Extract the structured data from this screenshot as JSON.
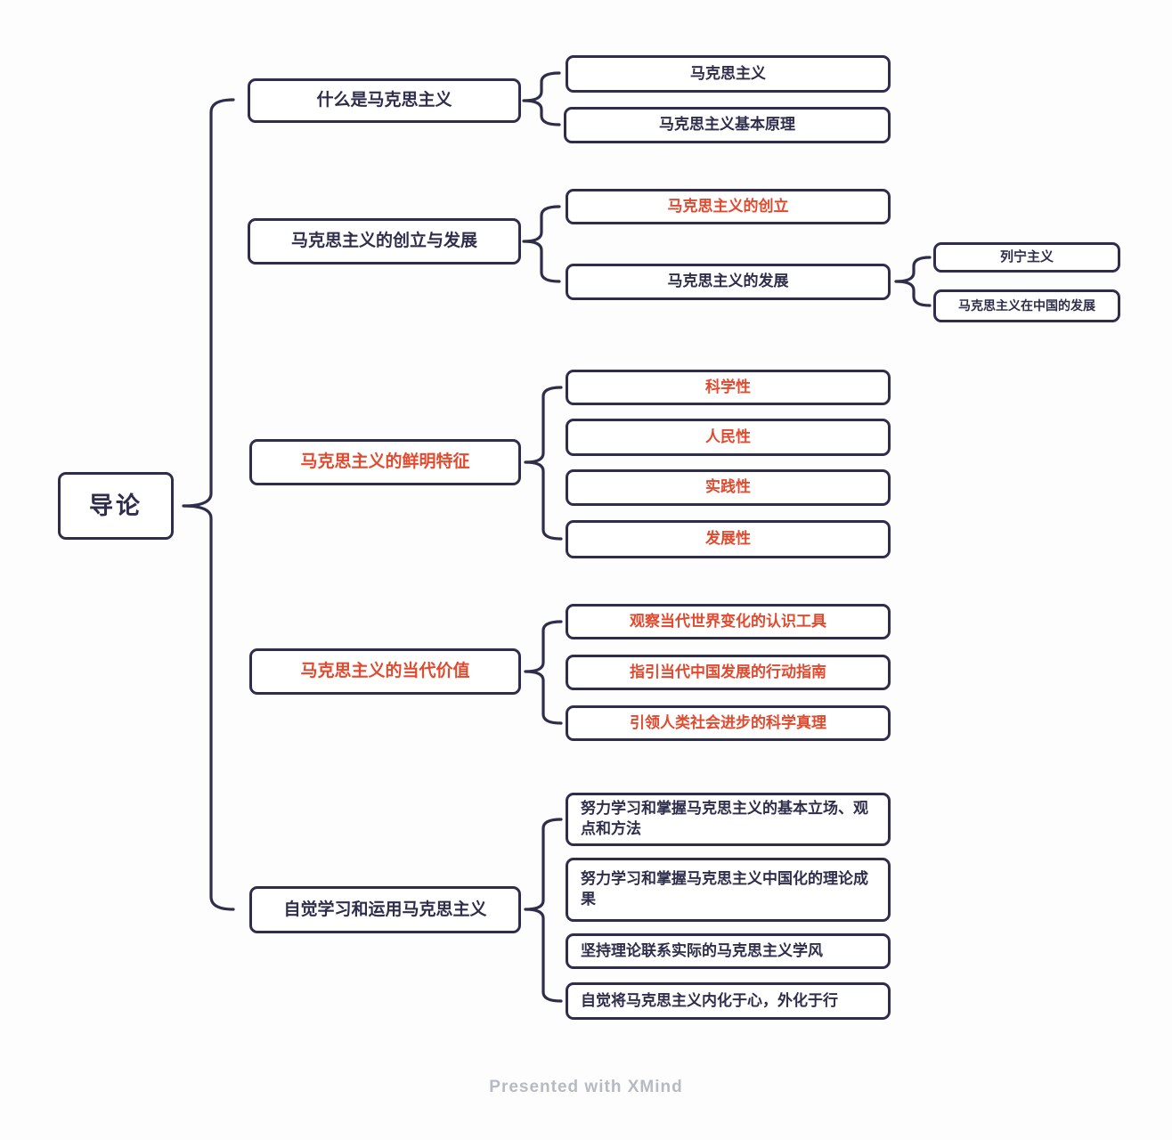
{
  "colors": {
    "primary": "#2e2e4c",
    "accent": "#e14a2e"
  },
  "root": {
    "label": "导论"
  },
  "branches": [
    {
      "label": "什么是马克思主义",
      "children": [
        {
          "label": "马克思主义"
        },
        {
          "label": "马克思主义基本原理"
        }
      ]
    },
    {
      "label": "马克思主义的创立与发展",
      "children": [
        {
          "label": "马克思主义的创立"
        },
        {
          "label": "马克思主义的发展",
          "children": [
            {
              "label": "列宁主义"
            },
            {
              "label": "马克思主义在中国的发展"
            }
          ]
        }
      ]
    },
    {
      "label": "马克思主义的鲜明特征",
      "children": [
        {
          "label": "科学性"
        },
        {
          "label": "人民性"
        },
        {
          "label": "实践性"
        },
        {
          "label": "发展性"
        }
      ]
    },
    {
      "label": "马克思主义的当代价值",
      "children": [
        {
          "label": "观察当代世界变化的认识工具"
        },
        {
          "label": "指引当代中国发展的行动指南"
        },
        {
          "label": "引领人类社会进步的科学真理"
        }
      ]
    },
    {
      "label": "自觉学习和运用马克思主义",
      "children": [
        {
          "label": "努力学习和掌握马克思主义的基本立场、观点和方法"
        },
        {
          "label": "努力学习和掌握马克思主义中国化的理论成果"
        },
        {
          "label": "坚持理论联系实际的马克思主义学风"
        },
        {
          "label": "自觉将马克思主义内化于心，外化于行"
        }
      ]
    }
  ],
  "footer": "Presented with XMind"
}
